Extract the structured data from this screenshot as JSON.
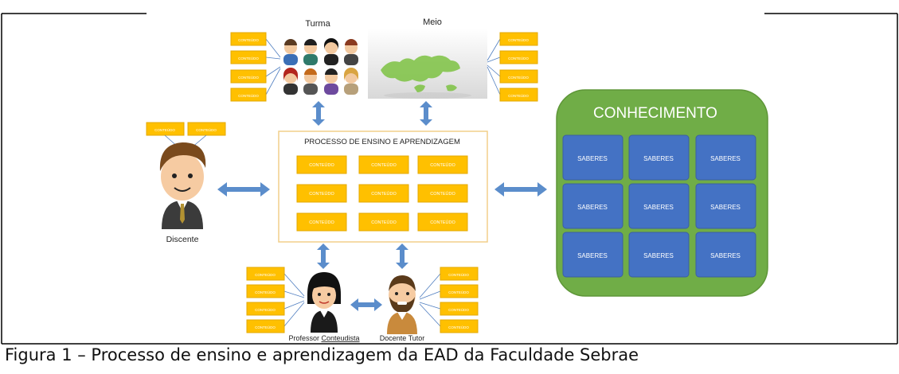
{
  "labels": {
    "turma": "Turma",
    "meio": "Meio",
    "discente": "Discente",
    "professor_prefix": "Professor ",
    "professor_suffix": "Conteudista",
    "docente_tutor": "Docente Tutor",
    "processo_title": "PROCESSO DE ENSINO E APRENDIZAGEM",
    "conhecimento_title": "CONHECIMENTO",
    "conteudo_box": "CONTEÚDO",
    "saberes_box": "SABERES",
    "small_tag": "CONTEÚDO"
  },
  "caption": "Figura 1 – Processo de ensino e aprendizagem da EAD da Faculdade Sebrae",
  "colors": {
    "orange": "#FFC000",
    "orange_border": "#E3A800",
    "green": "#70AD47",
    "blue_box": "#4472C4",
    "arrow_blue": "#5B8DCB"
  }
}
